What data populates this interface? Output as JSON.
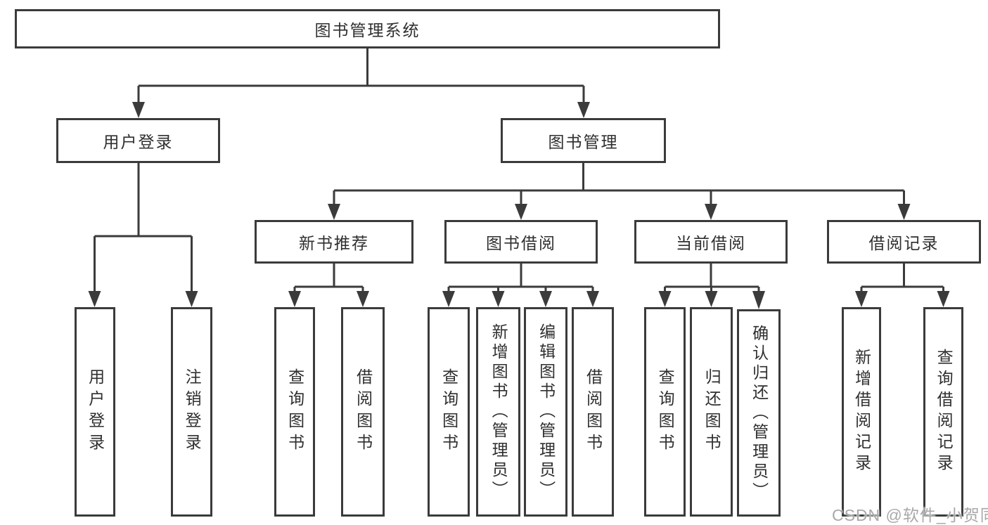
{
  "diagram": {
    "root": {
      "label": "图书管理系统"
    },
    "branches": [
      {
        "label": "用户登录",
        "children": [
          {
            "label": "用户登录"
          },
          {
            "label": "注销登录"
          }
        ]
      },
      {
        "label": "图书管理",
        "children": [
          {
            "label": "新书推荐",
            "children": [
              {
                "label": "查询图书"
              },
              {
                "label": "借阅图书"
              }
            ]
          },
          {
            "label": "图书借阅",
            "children": [
              {
                "label": "查询图书"
              },
              {
                "label": "新增图书（管理员）"
              },
              {
                "label": "编辑图书（管理员）"
              },
              {
                "label": "借阅图书"
              }
            ]
          },
          {
            "label": "当前借阅",
            "children": [
              {
                "label": "查询图书"
              },
              {
                "label": "归还图书"
              },
              {
                "label": "确认归还（管理员）"
              }
            ]
          },
          {
            "label": "借阅记录",
            "children": [
              {
                "label": "新增借阅记录"
              },
              {
                "label": "查询借阅记录"
              }
            ]
          }
        ]
      }
    ]
  },
  "watermark": {
    "text": "CSDN @软件_小贺同学"
  },
  "colors": {
    "line": "#3b3b3b",
    "box_border": "#3b3b3b",
    "box_background": "#ffffff",
    "text": "#2f2f2f",
    "watermark": "#a9a9a9"
  }
}
